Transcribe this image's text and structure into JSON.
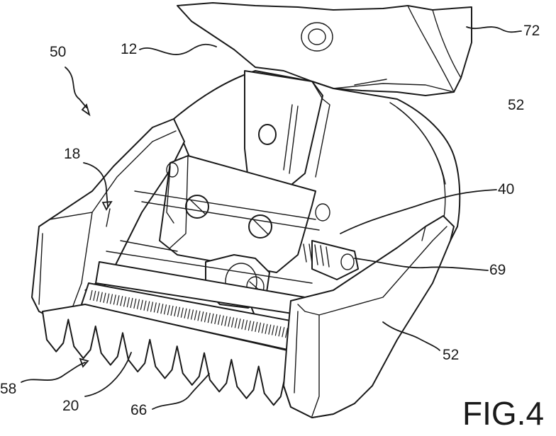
{
  "figure": {
    "label": "FIG.4"
  },
  "reference_labels": [
    {
      "id": "r12",
      "text": "12"
    },
    {
      "id": "r72",
      "text": "72"
    },
    {
      "id": "r50",
      "text": "50"
    },
    {
      "id": "r52a",
      "text": "52"
    },
    {
      "id": "r18",
      "text": "18"
    },
    {
      "id": "r40",
      "text": "40"
    },
    {
      "id": "r69",
      "text": "69"
    },
    {
      "id": "r52b",
      "text": "52"
    },
    {
      "id": "r58",
      "text": "58"
    },
    {
      "id": "r20",
      "text": "20"
    },
    {
      "id": "r66",
      "text": "66"
    }
  ]
}
